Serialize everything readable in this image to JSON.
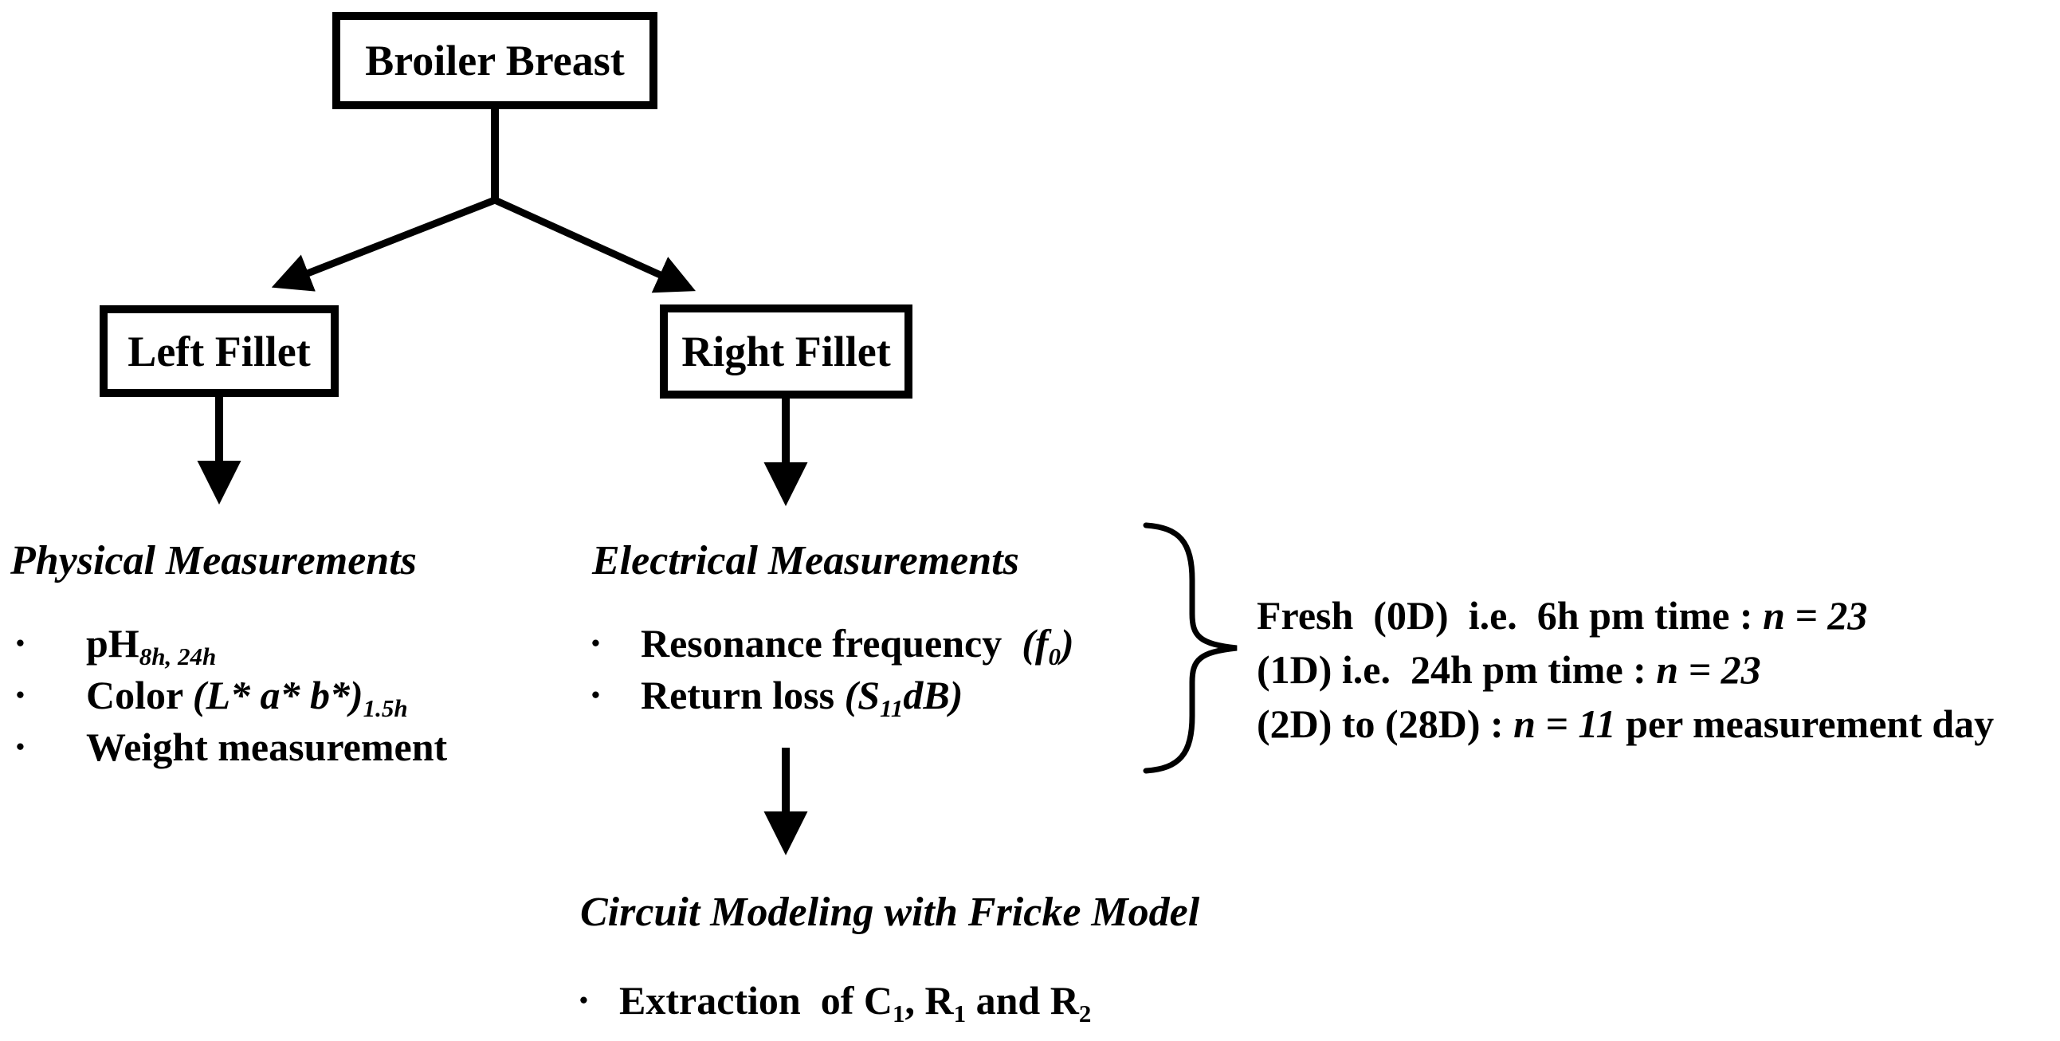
{
  "colors": {
    "ink": "#000000",
    "background": "#ffffff"
  },
  "bullet_icon": "•",
  "boxes": {
    "broiler": {
      "label": "Broiler Breast"
    },
    "left_fillet": {
      "label": "Left Fillet"
    },
    "right_fillet": {
      "label": "Right Fillet"
    }
  },
  "physical": {
    "title": "Physical Measurements",
    "items": [
      [
        {
          "t": "pH"
        },
        {
          "t": "8h, 24h",
          "s": "subi"
        }
      ],
      [
        {
          "t": "Color "
        },
        {
          "t": "(L* a* b*)",
          "s": "i"
        },
        {
          "t": "1.5h",
          "s": "subi"
        }
      ],
      [
        {
          "t": "Weight measurement"
        }
      ]
    ]
  },
  "electrical": {
    "title": "Electrical Measurements",
    "items": [
      [
        {
          "t": "Resonance frequency  "
        },
        {
          "t": "(f",
          "s": "i"
        },
        {
          "t": "0",
          "s": "subi"
        },
        {
          "t": ")",
          "s": "i"
        }
      ],
      [
        {
          "t": "Return loss "
        },
        {
          "t": "(S",
          "s": "i"
        },
        {
          "t": "11",
          "s": "subi"
        },
        {
          "t": "dB",
          "s": "i"
        },
        {
          "t": ")",
          "s": "i"
        }
      ]
    ]
  },
  "circuit": {
    "title": "Circuit Modeling with Fricke Model",
    "items": [
      [
        {
          "t": "Extraction  of C"
        },
        {
          "t": "1",
          "s": "sub"
        },
        {
          "t": ", R"
        },
        {
          "t": "1",
          "s": "sub"
        },
        {
          "t": " and R"
        },
        {
          "t": "2",
          "s": "sub"
        }
      ]
    ]
  },
  "samples": {
    "lines": [
      [
        {
          "t": "Fresh  (0D)  i.e.  6h pm time : "
        },
        {
          "t": "n = 23",
          "s": "i"
        }
      ],
      [
        {
          "t": "(1D) i.e.  24h pm time : "
        },
        {
          "t": "n = 23",
          "s": "i"
        }
      ],
      [
        {
          "t": "(2D) to (28D) : "
        },
        {
          "t": "n = 11",
          "s": "i"
        },
        {
          "t": " per measurement day"
        }
      ]
    ]
  }
}
